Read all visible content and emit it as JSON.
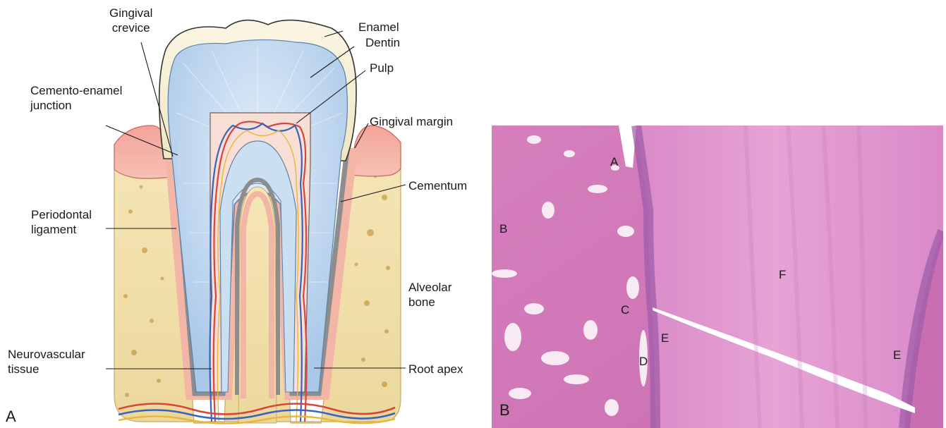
{
  "panel_a": {
    "letter": "A",
    "labels": {
      "gingival_crevice": [
        "Gingival",
        "crevice"
      ],
      "cemento_enamel_junction": [
        "Cemento-enamel",
        "junction"
      ],
      "periodontal_ligament": [
        "Periodontal",
        "ligament"
      ],
      "neurovascular_tissue": [
        "Neurovascular",
        "tissue"
      ],
      "enamel": "Enamel",
      "dentin": "Dentin",
      "pulp": "Pulp",
      "gingival_margin": "Gingival margin",
      "cementum": "Cementum",
      "alveolar_bone": [
        "Alveolar",
        "bone"
      ],
      "root_apex": "Root apex"
    }
  },
  "panel_b": {
    "letter": "B",
    "labels": {
      "a": "A",
      "b": "B",
      "c": "C",
      "d": "D",
      "e1": "E",
      "e2": "E",
      "f": "F"
    }
  },
  "colors": {
    "enamel": "#f9f3dc",
    "dentin": "#c9def2",
    "pulp": "#f7dfd6",
    "gingiva": "#ef9c94",
    "bone": "#f1dfa8",
    "stain": "#d98ac0"
  }
}
